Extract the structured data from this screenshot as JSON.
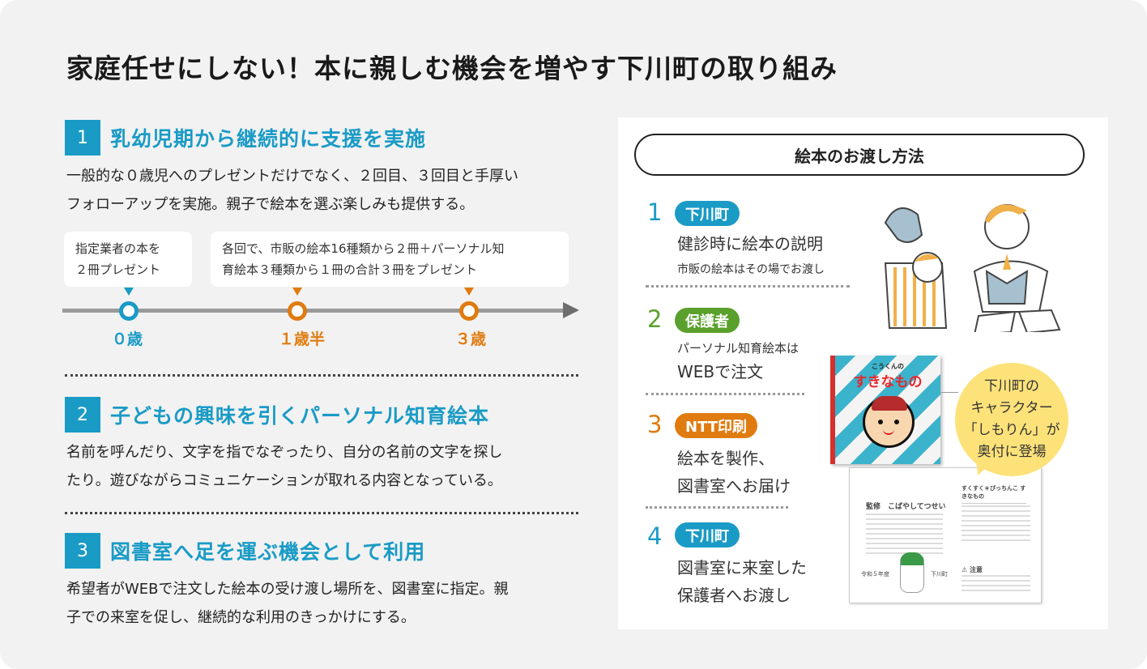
{
  "title": "家庭任せにしない！本に親しむ機会を増やす下川町の取り組み",
  "colors": {
    "blue": "#1a9bc6",
    "orange": "#e07b10",
    "green": "#5aa02c",
    "yellow": "#fde27a"
  },
  "sections": [
    {
      "num": "1",
      "heading": "乳幼児期から継続的に支援を実施",
      "lines": [
        "一般的な０歳児へのプレゼントだけでなく、２回目、３回目と手厚い",
        "フォローアップを実施。親子で絵本を選ぶ楽しみも提供する。"
      ]
    },
    {
      "num": "2",
      "heading": "子どもの興味を引くパーソナル知育絵本",
      "lines": [
        "名前を呼んだり、文字を指でなぞったり、自分の名前の文字を探し",
        "たり。遊びながらコミュニケーションが取れる内容となっている。"
      ]
    },
    {
      "num": "3",
      "heading": "図書室へ足を運ぶ機会として利用",
      "lines": [
        "希望者がWEBで注文した絵本の受け渡し場所を、図書室に指定。親",
        "子での来室を促し、継続的な利用のきっかけにする。"
      ]
    }
  ],
  "timeline": {
    "bubbles": [
      {
        "lines": [
          "指定業者の本を",
          "２冊プレゼント"
        ]
      },
      {
        "lines": [
          "各回で、市販の絵本16種類から２冊＋パーソナル知",
          "育絵本３種類から１冊の合計３冊をプレゼント"
        ]
      }
    ],
    "points": [
      {
        "label": "０歳"
      },
      {
        "label": "１歳半"
      },
      {
        "label": "３歳"
      }
    ]
  },
  "panel": {
    "title": "絵本のお渡し方法",
    "steps": [
      {
        "num": "1",
        "tag": "下川町",
        "main": [
          "健診時に絵本の説明"
        ],
        "sub": "市販の絵本はその場でお渡し"
      },
      {
        "num": "2",
        "tag": "保護者",
        "pre": "パーソナル知育絵本は",
        "main": [
          "WEBで注文"
        ]
      },
      {
        "num": "3",
        "tag": "NTT印刷",
        "main": [
          "絵本を製作、",
          "図書室へお届け"
        ]
      },
      {
        "num": "4",
        "tag": "下川町",
        "main": [
          "図書室に来室した",
          "保護者へお渡し"
        ]
      }
    ],
    "book": {
      "subtitle": "こうくんの",
      "title": "すきなもの"
    },
    "colophon": {
      "supervisor": "監修　こばやしてつせい",
      "book_title": "すくすく＊ぴっちんこ すきなもの",
      "year": "令和５年度",
      "town": "下川町",
      "notice": "注意"
    },
    "speech": [
      "下川町の",
      "キャラクター",
      "「しもりん」が",
      "奥付に登場"
    ]
  }
}
